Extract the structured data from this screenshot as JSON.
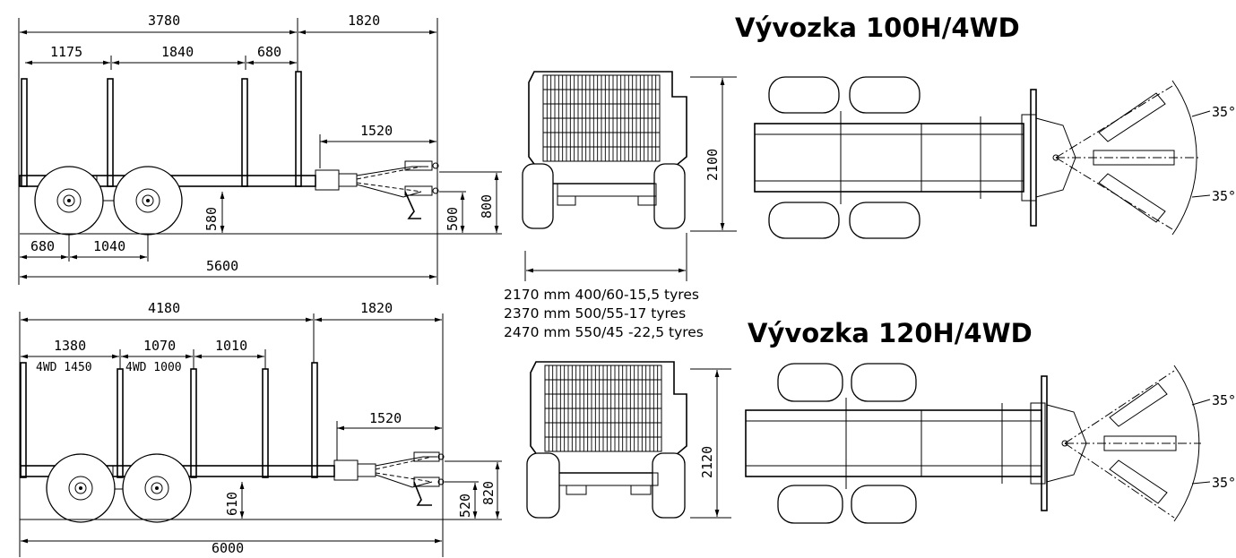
{
  "titles": {
    "model_100": "Vývozka 100H/4WD",
    "model_120": "Vývozka 120H/4WD"
  },
  "top_side": {
    "overall_body": "3780",
    "drawbar": "1820",
    "stake_gap_1": "1175",
    "stake_gap_2": "1840",
    "stake_gap_3": "680",
    "hitch_reach": "1520",
    "wheel_offset": "680",
    "axle_spacing": "1040",
    "total_length": "5600",
    "bed_height": "580",
    "hitch_height": "500",
    "frame_height": "800"
  },
  "bottom_side": {
    "overall_body": "4180",
    "drawbar": "1820",
    "stake_gap_1": "1380",
    "stake_gap_2": "1070",
    "stake_gap_3": "1010",
    "fourwd_1": "4WD 1450",
    "fourwd_2": "4WD 1000",
    "hitch_reach": "1520",
    "total_length": "6000",
    "bed_height": "610",
    "hitch_height": "520",
    "frame_height": "820"
  },
  "rear": {
    "height_100": "2100",
    "height_120": "2120",
    "widths": [
      "2170 mm 400/60-15,5 tyres",
      "2370 mm 500/55-17 tyres",
      "2470 mm 550/45 -22,5 tyres"
    ]
  },
  "plan": {
    "angle_label": "35°"
  }
}
